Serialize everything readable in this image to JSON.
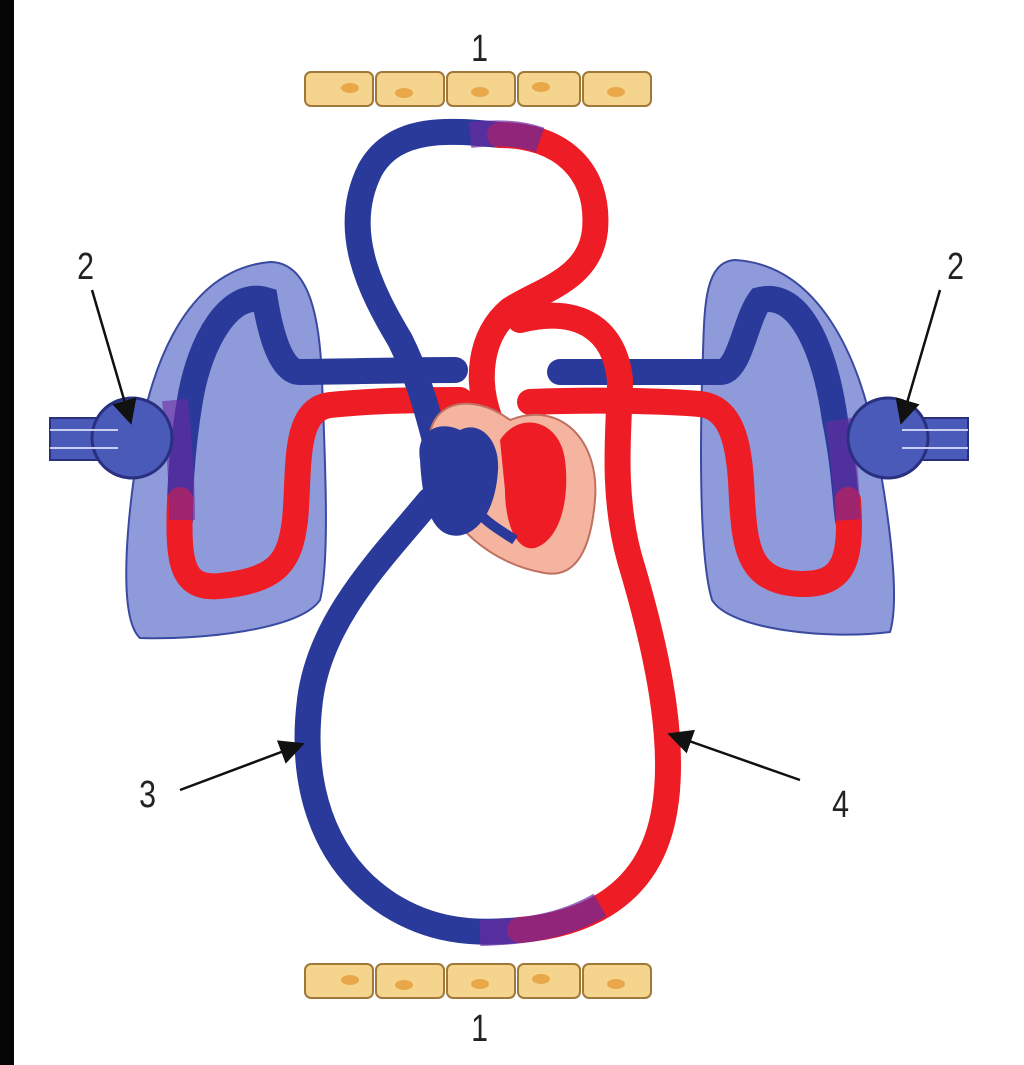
{
  "labels": {
    "cells_top": "1",
    "cells_bottom": "1",
    "alveolus_left": "2",
    "alveolus_right": "2",
    "vein": "3",
    "artery": "4"
  },
  "colors": {
    "deoxygenated": "#2a3a9a",
    "oxygenated": "#ee1c24",
    "mixed": "#5a2a9a",
    "lung": "#7080d0",
    "cell": "#f5d48e",
    "cell_nucleus": "#e8a84a"
  }
}
